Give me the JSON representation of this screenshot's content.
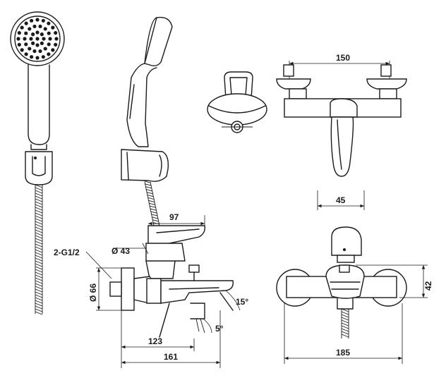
{
  "dimensions": {
    "top_width": "150",
    "spout_width": "45",
    "arm_length": "97",
    "body_diameter": "Ø 43",
    "thread": "2-G1/2",
    "flange_diameter": "Ø 66",
    "spout_angle": "15°",
    "diverter_angle": "5°",
    "offset_123": "123",
    "overall_161": "161",
    "overall_width": "185",
    "body_height": "42"
  }
}
